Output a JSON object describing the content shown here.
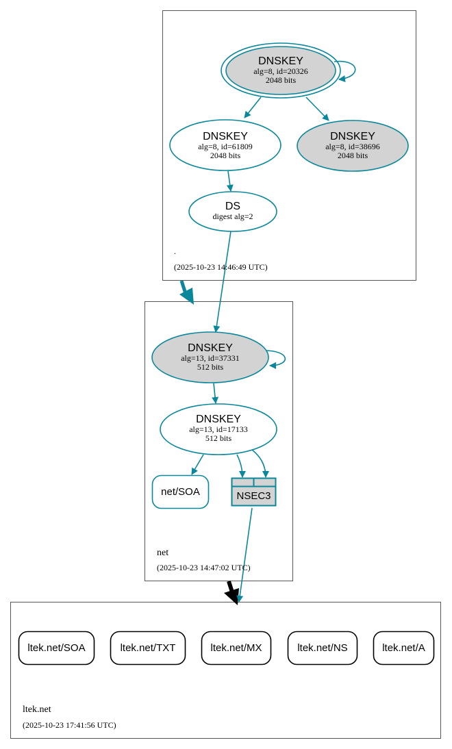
{
  "colors": {
    "edge": "#0a879a",
    "fill_gray": "#d3d3d3",
    "box_border": "#555555",
    "black": "#000000"
  },
  "zones": {
    "root": {
      "name": ".",
      "timestamp": "(2025-10-23 14:46:49 UTC)"
    },
    "net": {
      "name": "net",
      "timestamp": "(2025-10-23 14:47:02 UTC)"
    },
    "ltek": {
      "name": "ltek.net",
      "timestamp": "(2025-10-23 17:41:56 UTC)"
    }
  },
  "nodes": {
    "root_ksk": {
      "title": "DNSKEY",
      "line1": "alg=8, id=20326",
      "line2": "2048 bits"
    },
    "root_zsk": {
      "title": "DNSKEY",
      "line1": "alg=8, id=61809",
      "line2": "2048 bits"
    },
    "root_key3": {
      "title": "DNSKEY",
      "line1": "alg=8, id=38696",
      "line2": "2048 bits"
    },
    "net_ds": {
      "title": "DS",
      "line1": "digest alg=2"
    },
    "net_ksk": {
      "title": "DNSKEY",
      "line1": "alg=13, id=37331",
      "line2": "512 bits"
    },
    "net_zsk": {
      "title": "DNSKEY",
      "line1": "alg=13, id=17133",
      "line2": "512 bits"
    },
    "net_soa": {
      "label": "net/SOA"
    },
    "nsec3": {
      "label": "NSEC3"
    }
  },
  "ltek_records": [
    {
      "label": "ltek.net/SOA"
    },
    {
      "label": "ltek.net/TXT"
    },
    {
      "label": "ltek.net/MX"
    },
    {
      "label": "ltek.net/NS"
    },
    {
      "label": "ltek.net/A"
    }
  ]
}
